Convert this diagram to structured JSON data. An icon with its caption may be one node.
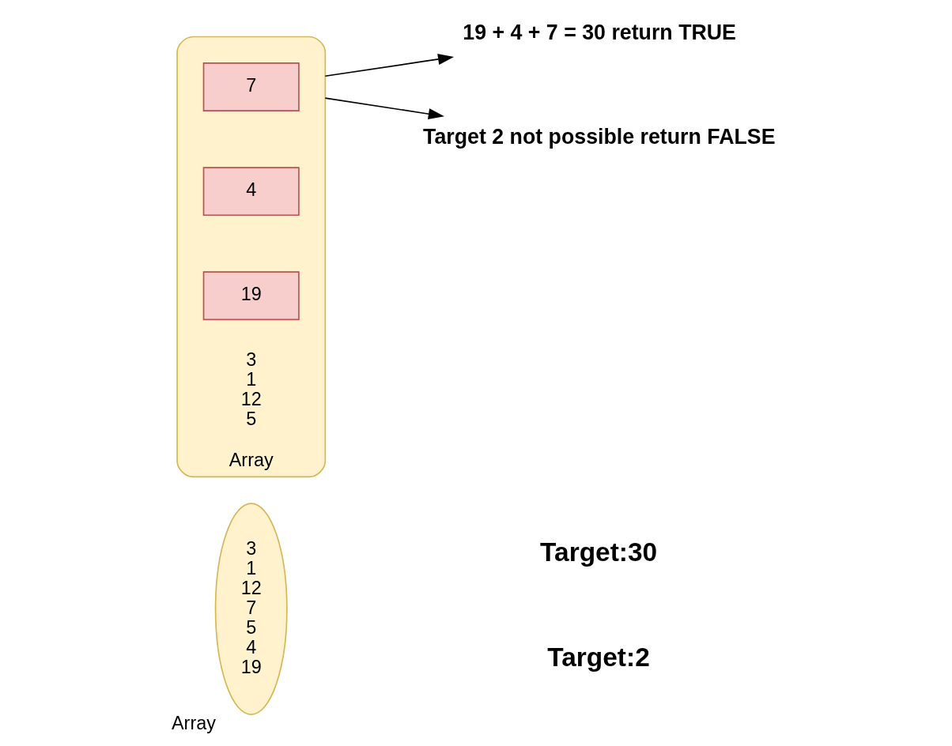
{
  "diagram": {
    "nodes": [
      {
        "text": [
          "3",
          "1",
          "12",
          "7",
          "5",
          "4",
          "19"
        ],
        "beside": [
          "Array"
        ]
      },
      {
        "text": [
          "3",
          "1",
          "12",
          "5"
        ],
        "beside": [
          "Array"
        ]
      },
      {
        "text": [
          "7"
        ],
        "in": 1
      },
      {
        "text": [
          "4"
        ],
        "in": 1
      },
      {
        "text": [
          "19"
        ],
        "in": 1
      },
      {
        "text": [
          "19 + 4 + 7 = 30 return TRUE"
        ]
      },
      {
        "text": [
          "Target 2 not possible return FALSE"
        ]
      }
    ],
    "edges": [
      {
        "from": 1,
        "to": 5,
        "arrow": "to"
      },
      {
        "from": 1,
        "to": 6,
        "arrow": "to"
      }
    ],
    "labels": [
      "Target:30",
      "Target:2"
    ]
  }
}
